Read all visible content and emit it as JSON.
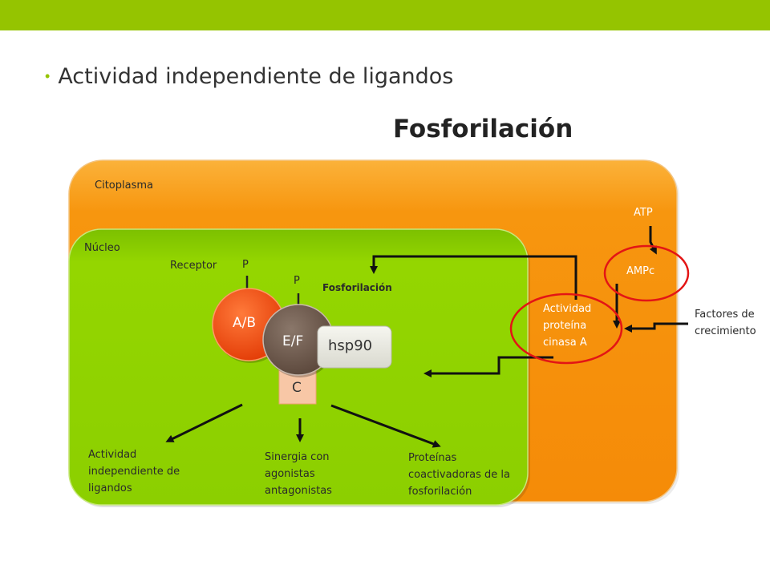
{
  "slide": {
    "bullet": "Actividad independiente de ligandos",
    "title": "Fosforilación"
  },
  "diagram": {
    "cytoplasm_label": "Citoplasma",
    "nucleus_label": "Núcleo",
    "receptor_label": "Receptor",
    "p_label_1": "P",
    "p_label_2": "P",
    "phosphorylation_label": "Fosforilación",
    "domain_ab": "A/B",
    "domain_ef": "E/F",
    "domain_c": "C",
    "hsp90": "hsp90",
    "atp": "ATP",
    "ampc": "AMPc",
    "pka_line1": "Actividad",
    "pka_line2": "proteína",
    "pka_line3": "cinasa A",
    "growth_line1": "Factores de",
    "growth_line2": "crecimiento",
    "out1_line1": "Actividad",
    "out1_line2": "independiente de",
    "out1_line3": "ligandos",
    "out2_line1": "Sinergia con",
    "out2_line2": "agonistas",
    "out2_line3": "antagonistas",
    "out3_line1": "Proteínas",
    "out3_line2": "coactivadoras de la",
    "out3_line3": "fosforilación"
  },
  "colors": {
    "accent": "#95c400",
    "cytoplasm": "#f7920f",
    "nucleus": "#8fd100",
    "domain_ab": "#f04a10",
    "domain_ef": "#6e5a4e",
    "domain_c": "#f8c7a6",
    "highlight_ring": "#e31515"
  }
}
